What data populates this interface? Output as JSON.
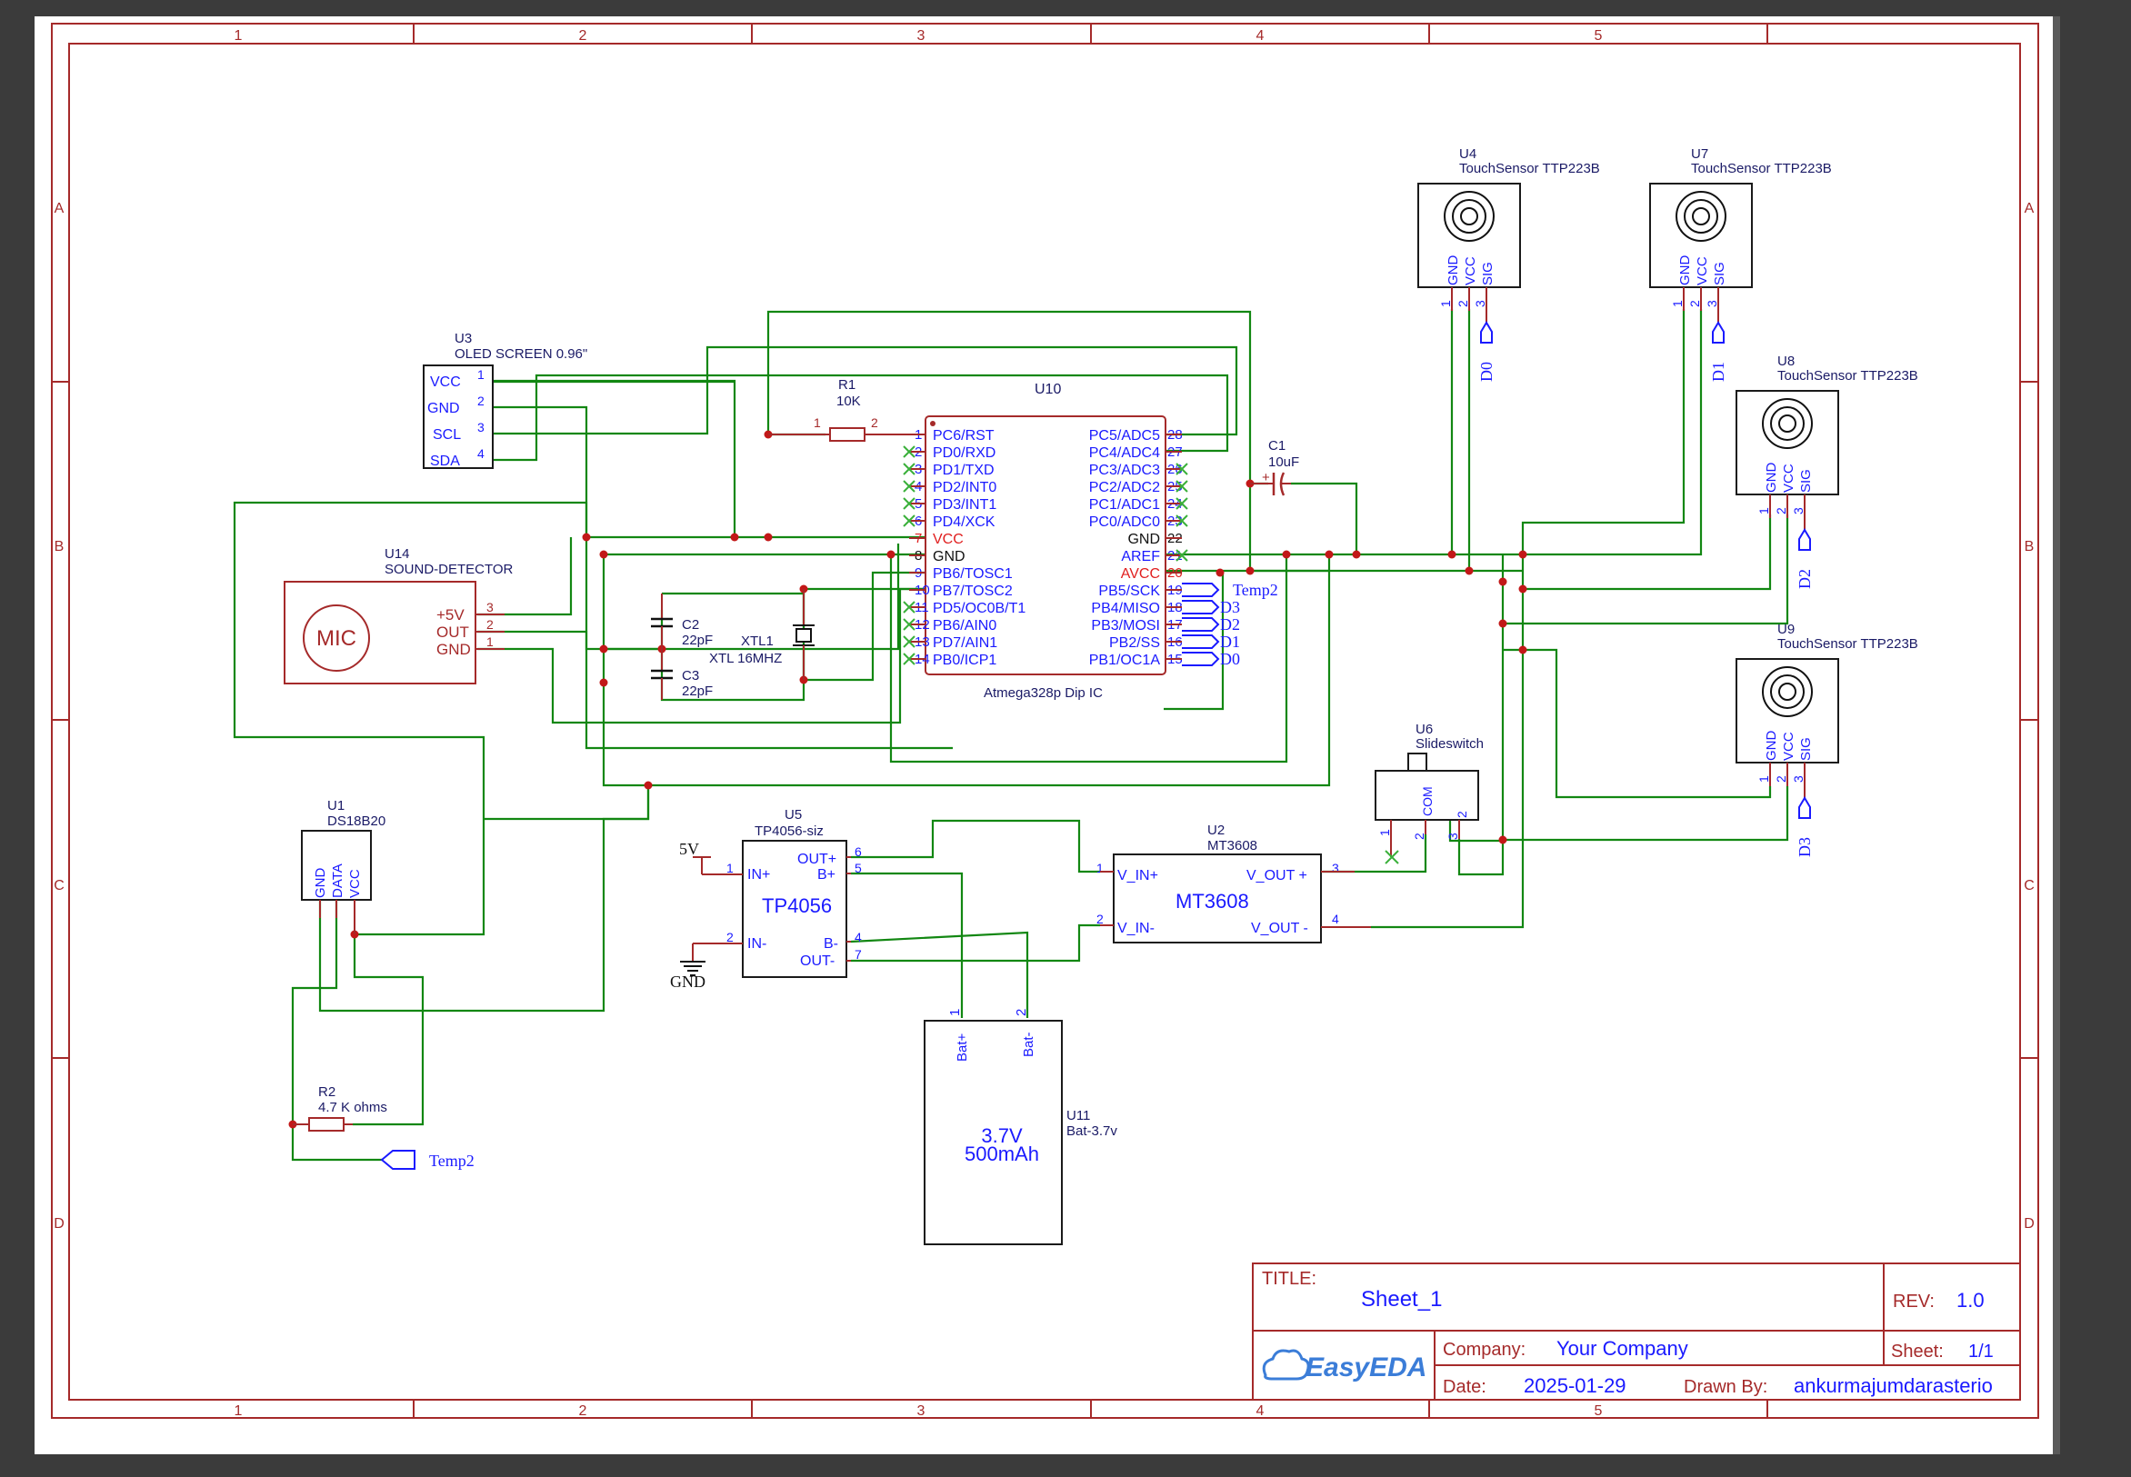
{
  "sheet_frame": {
    "columns": [
      "1",
      "2",
      "3",
      "4",
      "5"
    ],
    "rows": [
      "A",
      "B",
      "C",
      "D"
    ]
  },
  "title_block": {
    "title_label": "TITLE:",
    "title_value": "Sheet_1",
    "rev_label": "REV:",
    "rev_value": "1.0",
    "company_label": "Company:",
    "company_value": "Your Company",
    "sheet_label": "Sheet:",
    "sheet_value": "1/1",
    "date_label": "Date:",
    "date_value": "2025-01-29",
    "drawn_label": "Drawn By:",
    "drawn_value": "ankurmajumdarasterio",
    "logo_text": "EasyEDA"
  },
  "components": {
    "u4": {
      "ref": "U4",
      "name": "TouchSensor TTP223B",
      "pins": [
        "GND",
        "VCC",
        "SIG"
      ],
      "pin_nums": [
        "1",
        "2",
        "3"
      ],
      "net": "D0"
    },
    "u7": {
      "ref": "U7",
      "name": "TouchSensor TTP223B",
      "pins": [
        "GND",
        "VCC",
        "SIG"
      ],
      "pin_nums": [
        "1",
        "2",
        "3"
      ],
      "net": "D1"
    },
    "u8": {
      "ref": "U8",
      "name": "TouchSensor TTP223B",
      "pins": [
        "GND",
        "VCC",
        "SIG"
      ],
      "pin_nums": [
        "1",
        "2",
        "3"
      ],
      "net": "D2"
    },
    "u9": {
      "ref": "U9",
      "name": "TouchSensor TTP223B",
      "pins": [
        "GND",
        "VCC",
        "SIG"
      ],
      "pin_nums": [
        "1",
        "2",
        "3"
      ],
      "net": "D3"
    },
    "u3": {
      "ref": "U3",
      "name": "OLED SCREEN 0.96\"",
      "pins": [
        "VCC",
        "GND",
        "SCL",
        "SDA"
      ],
      "pin_nums": [
        "1",
        "2",
        "3",
        "4"
      ]
    },
    "r1": {
      "ref": "R1",
      "value": "10K",
      "pin_nums": [
        "1",
        "2"
      ]
    },
    "u10": {
      "ref": "U10",
      "name": "Atmega328p Dip IC",
      "left_pins": [
        "PC6/RST",
        "PD0/RXD",
        "PD1/TXD",
        "PD2/INT0",
        "PD3/INT1",
        "PD4/XCK",
        "VCC",
        "GND",
        "PB6/TOSC1",
        "PB7/TOSC2",
        "PD5/OC0B/T1",
        "PB6/AIN0",
        "PD7/AIN1",
        "PB0/ICP1"
      ],
      "left_nums": [
        "1",
        "2",
        "3",
        "4",
        "5",
        "6",
        "7",
        "8",
        "9",
        "10",
        "11",
        "12",
        "13",
        "14"
      ],
      "right_pins": [
        "PC5/ADC5",
        "PC4/ADC4",
        "PC3/ADC3",
        "PC2/ADC2",
        "PC1/ADC1",
        "PC0/ADC0",
        "GND",
        "AREF",
        "AVCC",
        "PB5/SCK",
        "PB4/MISO",
        "PB3/MOSI",
        "PB2/SS",
        "PB1/OC1A"
      ],
      "right_nums": [
        "28",
        "27",
        "26",
        "25",
        "24",
        "23",
        "22",
        "21",
        "20",
        "19",
        "18",
        "17",
        "16",
        "15"
      ],
      "right_nets": [
        "Temp2",
        "D3",
        "D2",
        "D1",
        "D0"
      ]
    },
    "c1": {
      "ref": "C1",
      "value": "10uF"
    },
    "c2": {
      "ref": "C2",
      "value": "22pF"
    },
    "c3": {
      "ref": "C3",
      "value": "22pF"
    },
    "xtl1": {
      "ref": "XTL1",
      "value": "XTL 16MHZ"
    },
    "u14": {
      "ref": "U14",
      "name": "SOUND-DETECTOR",
      "body": "MIC",
      "pins": [
        "+5V",
        "OUT",
        "GND"
      ],
      "pin_nums": [
        "3",
        "2",
        "1"
      ]
    },
    "u1": {
      "ref": "U1",
      "name": "DS18B20",
      "pins": [
        "GND",
        "DATA",
        "VCC"
      ]
    },
    "r2": {
      "ref": "R2",
      "value": "4.7 K ohms",
      "net": "Temp2"
    },
    "u5": {
      "ref": "U5",
      "name": "TP4056-siz",
      "body": "TP4056",
      "left_pins": [
        "IN+",
        "IN-"
      ],
      "left_nums": [
        "1",
        "2"
      ],
      "right_pins": [
        "OUT+",
        "B+",
        "B-",
        "OUT-"
      ],
      "right_nums": [
        "6",
        "5",
        "4",
        "7"
      ],
      "power": "5V",
      "ground": "GND"
    },
    "u2": {
      "ref": "U2",
      "name": "MT3608",
      "body": "MT3608",
      "left_pins": [
        "V_IN+",
        "V_IN-"
      ],
      "left_nums": [
        "1",
        "2"
      ],
      "right_pins": [
        "V_OUT +",
        "V_OUT -"
      ],
      "right_nums": [
        "3",
        "4"
      ]
    },
    "u6": {
      "ref": "U6",
      "name": "Slideswitch",
      "pin_label": "COM",
      "pin_nums": [
        "1",
        "2",
        "3",
        "2"
      ]
    },
    "u11": {
      "ref": "U11",
      "name": "Bat-3.7v",
      "body_line1": "3.7V",
      "body_line2": "500mAh",
      "pins": [
        "Bat+",
        "Bat-"
      ],
      "pin_nums": [
        "1",
        "2"
      ]
    }
  }
}
